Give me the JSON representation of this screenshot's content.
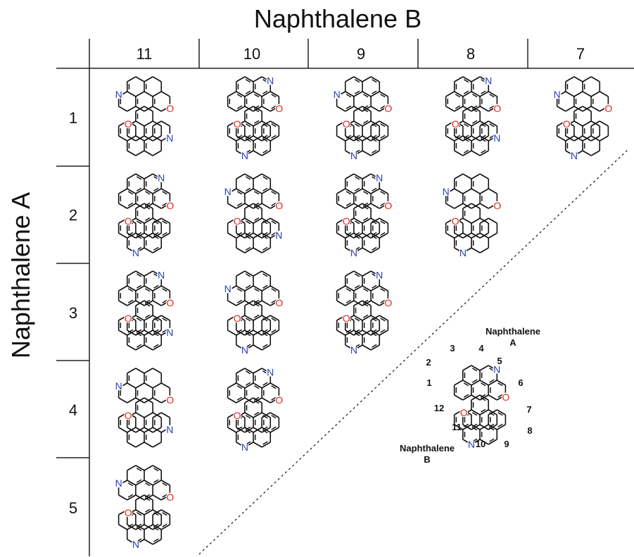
{
  "titles": {
    "top": "Naphthalene B",
    "left": "Naphthalene A"
  },
  "columns": [
    "11",
    "10",
    "9",
    "8",
    "7"
  ],
  "rows": [
    "1",
    "2",
    "3",
    "4",
    "5"
  ],
  "atoms": {
    "nitrogen": "N",
    "oxygen": "O"
  },
  "colors": {
    "nitrogen": "#2b3fb8",
    "oxygen": "#e8231d",
    "bond": "#111111",
    "grid": "#222222"
  },
  "cells": [
    {
      "row": "1",
      "col": "11"
    },
    {
      "row": "1",
      "col": "10"
    },
    {
      "row": "1",
      "col": "9"
    },
    {
      "row": "1",
      "col": "8"
    },
    {
      "row": "1",
      "col": "7"
    },
    {
      "row": "2",
      "col": "11"
    },
    {
      "row": "2",
      "col": "10"
    },
    {
      "row": "2",
      "col": "9"
    },
    {
      "row": "2",
      "col": "8"
    },
    {
      "row": "3",
      "col": "11"
    },
    {
      "row": "3",
      "col": "10"
    },
    {
      "row": "3",
      "col": "9"
    },
    {
      "row": "4",
      "col": "11"
    },
    {
      "row": "4",
      "col": "10"
    },
    {
      "row": "5",
      "col": "11"
    }
  ],
  "reference": {
    "label_a_line1": "Naphthalene",
    "label_a_line2": "A",
    "label_b_line1": "Naphthalene",
    "label_b_line2": "B",
    "positions": [
      "1",
      "2",
      "3",
      "4",
      "5",
      "6",
      "7",
      "8",
      "9",
      "10",
      "11",
      "12"
    ]
  }
}
